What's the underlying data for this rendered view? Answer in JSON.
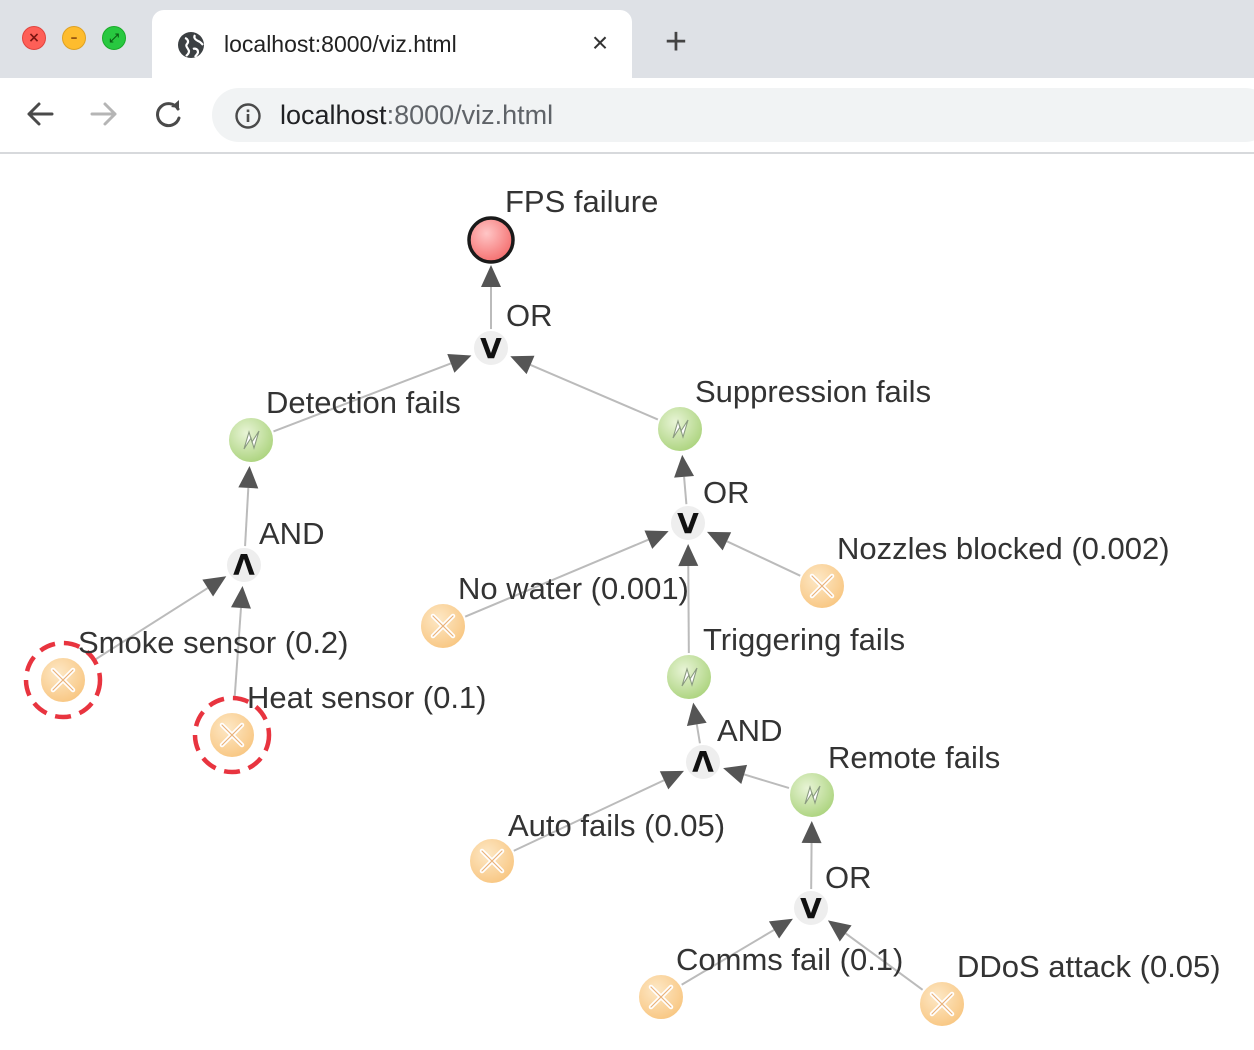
{
  "browser": {
    "tab_title": "localhost:8000/viz.html",
    "tab_close_glyph": "×",
    "new_tab_glyph": "+",
    "url_host": "localhost",
    "url_rest": ":8000/viz.html",
    "traffic_lights": {
      "close": "×",
      "minimize": "–",
      "maximize": "⤢"
    },
    "icons": {
      "tab": "globe-icon",
      "back": "arrow-left-icon",
      "forward": "arrow-right-icon",
      "reload": "reload-icon",
      "site_info": "info-icon"
    }
  },
  "fault_tree": {
    "colors": {
      "top_event": "#f46b6b",
      "intermediate_event": "#b9d98f",
      "basic_event": "#fcd29a",
      "highlight_ring": "#e8343f",
      "edge": "#bbbbbb",
      "arrow": "#555555"
    },
    "top_event": {
      "id": "fps",
      "label": "FPS failure",
      "icon": "red-circle-icon"
    },
    "gates": [
      {
        "id": "g_top",
        "label": "OR",
        "symbol": "V",
        "output": "fps",
        "inputs": [
          "detection",
          "suppression"
        ]
      },
      {
        "id": "g_det",
        "label": "AND",
        "symbol": "Λ",
        "output": "detection",
        "inputs": [
          "smoke",
          "heat"
        ]
      },
      {
        "id": "g_sup",
        "label": "OR",
        "symbol": "V",
        "output": "suppression",
        "inputs": [
          "nowater",
          "triggering",
          "nozzles"
        ]
      },
      {
        "id": "g_trig",
        "label": "AND",
        "symbol": "Λ",
        "output": "triggering",
        "inputs": [
          "auto",
          "remote"
        ]
      },
      {
        "id": "g_rem",
        "label": "OR",
        "symbol": "V",
        "output": "remote",
        "inputs": [
          "comms",
          "ddos"
        ]
      }
    ],
    "intermediate_events": [
      {
        "id": "detection",
        "label": "Detection fails",
        "icon": "lightning-icon"
      },
      {
        "id": "suppression",
        "label": "Suppression fails",
        "icon": "lightning-icon"
      },
      {
        "id": "triggering",
        "label": "Triggering fails",
        "icon": "lightning-icon"
      },
      {
        "id": "remote",
        "label": "Remote fails",
        "icon": "lightning-icon"
      }
    ],
    "basic_events": [
      {
        "id": "smoke",
        "label": "Smoke sensor (0.2)",
        "probability": 0.2,
        "highlighted": true,
        "icon": "x-circle-icon"
      },
      {
        "id": "heat",
        "label": "Heat sensor (0.1)",
        "probability": 0.1,
        "highlighted": true,
        "icon": "x-circle-icon"
      },
      {
        "id": "nowater",
        "label": "No water (0.001)",
        "probability": 0.001,
        "highlighted": false,
        "icon": "x-circle-icon"
      },
      {
        "id": "nozzles",
        "label": "Nozzles blocked (0.002)",
        "probability": 0.002,
        "highlighted": false,
        "icon": "x-circle-icon"
      },
      {
        "id": "auto",
        "label": "Auto fails (0.05)",
        "probability": 0.05,
        "highlighted": false,
        "icon": "x-circle-icon"
      },
      {
        "id": "comms",
        "label": "Comms fail (0.1)",
        "probability": 0.1,
        "highlighted": false,
        "icon": "x-circle-icon"
      },
      {
        "id": "ddos",
        "label": "DDoS attack (0.05)",
        "probability": 0.05,
        "highlighted": false,
        "icon": "x-circle-icon"
      }
    ]
  }
}
